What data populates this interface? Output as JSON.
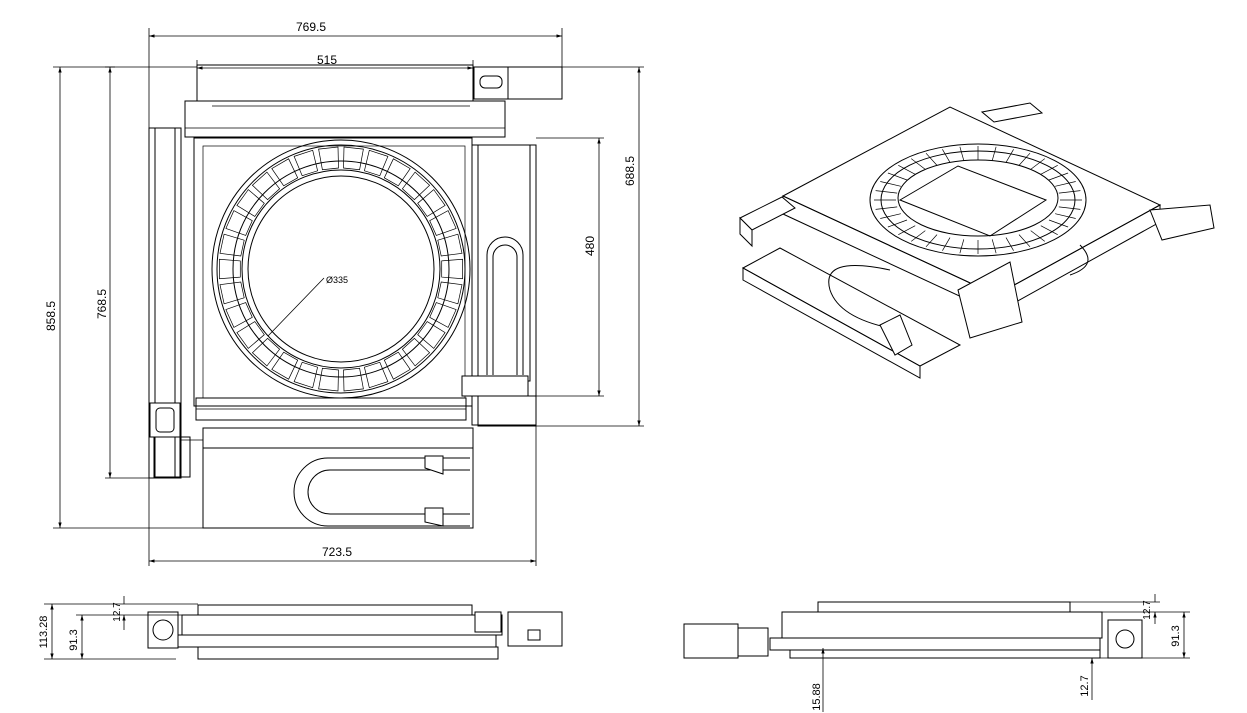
{
  "dimensions": {
    "top_overall_width": "769.5",
    "top_inner_width": "515",
    "bottom_width": "723.5",
    "left_overall_height": "858.5",
    "left_inner_height": "768.5",
    "right_height": "688.5",
    "right_inner_height": "480",
    "bore_diameter": "Ø335",
    "side_left_total_height": "113.28",
    "side_left_body_height": "91.3",
    "side_left_top_step": "12.7",
    "side_right_top_step": "12.7",
    "side_right_body_height": "91.3",
    "side_right_bottom_a": "15.88",
    "side_right_bottom_b": "12.7"
  }
}
